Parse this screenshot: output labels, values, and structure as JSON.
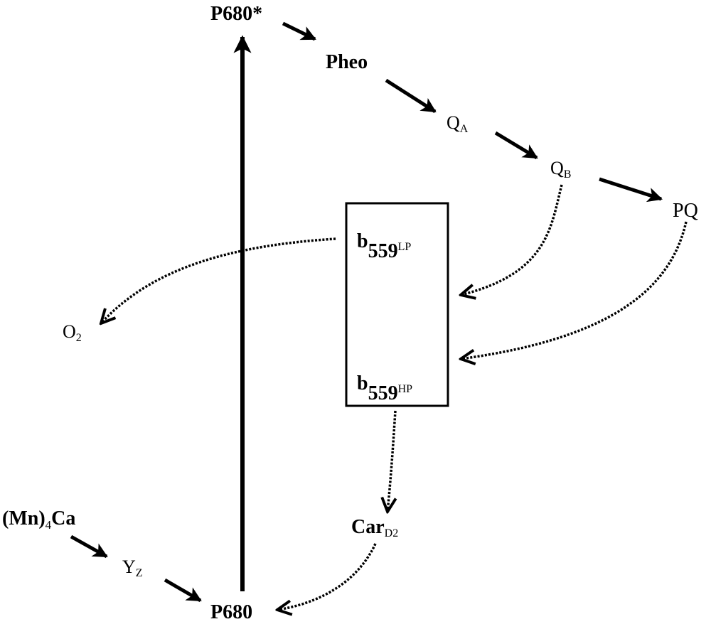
{
  "colors": {
    "ink": "#000000",
    "background": "#ffffff"
  },
  "nodes": {
    "p680_star": "P680*",
    "pheo": "Pheo",
    "qa": {
      "base": "Q",
      "sub": "A"
    },
    "qb": {
      "base": "Q",
      "sub": "B"
    },
    "pq": "PQ",
    "b559_lp": {
      "base": "b",
      "num": "559",
      "sup": "LP"
    },
    "b559_hp": {
      "base": "b",
      "num": "559",
      "sup": "HP"
    },
    "o2": {
      "base": "O",
      "sub": "2"
    },
    "mn4ca": {
      "pre": "(Mn)",
      "sub": "4",
      "post": "Ca"
    },
    "yz": {
      "base": "Y",
      "sub": "Z"
    },
    "p680": "P680",
    "car_d2": {
      "base": "Car",
      "sub": "D2"
    }
  },
  "arrows": [
    {
      "from": "P680",
      "to": "P680*",
      "style": "solid"
    },
    {
      "from": "P680*",
      "to": "Pheo",
      "style": "solid"
    },
    {
      "from": "Pheo",
      "to": "QA",
      "style": "solid"
    },
    {
      "from": "QA",
      "to": "QB",
      "style": "solid"
    },
    {
      "from": "QB",
      "to": "PQ",
      "style": "solid"
    },
    {
      "from": "(Mn)4Ca",
      "to": "YZ",
      "style": "solid"
    },
    {
      "from": "YZ",
      "to": "P680",
      "style": "solid"
    },
    {
      "from": "QB",
      "to": "b559",
      "style": "dotted"
    },
    {
      "from": "PQ",
      "to": "b559",
      "style": "dotted"
    },
    {
      "from": "b559LP",
      "to": "O2",
      "style": "dotted"
    },
    {
      "from": "b559",
      "to": "CarD2",
      "style": "dotted"
    },
    {
      "from": "CarD2",
      "to": "P680",
      "style": "dotted"
    }
  ]
}
